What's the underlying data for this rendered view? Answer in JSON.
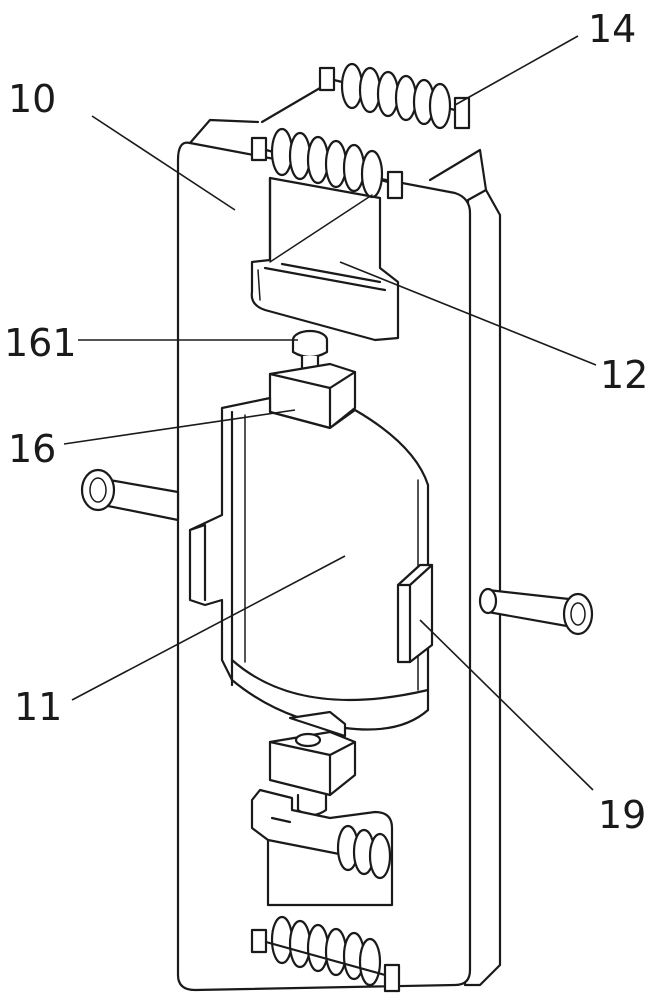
{
  "figure": {
    "labels": {
      "frame": "10",
      "roller_assembly": "14",
      "top_slot": "12",
      "pin": "161",
      "pin_block": "16",
      "center_plate": "11",
      "side_tab": "19"
    }
  }
}
